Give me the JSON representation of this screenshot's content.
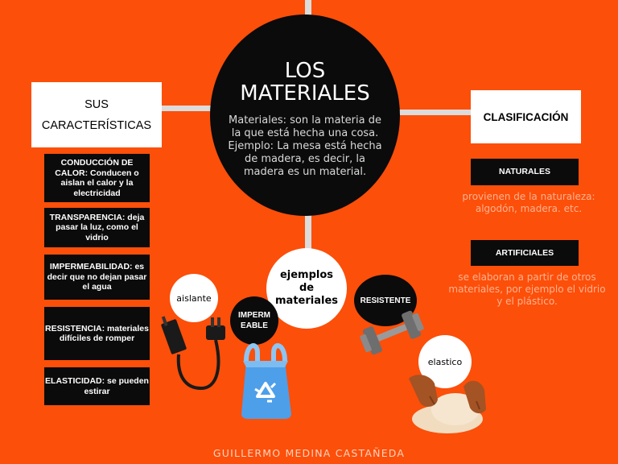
{
  "title": "LOS MATERIALES",
  "definition": "Materiales: son la materia de la que está hecha una cosa. Ejemplo: La mesa está hecha de madera, es decir, la madera es un material.",
  "left_box": {
    "label": "SUS CARACTERÍSTICAS"
  },
  "characteristics": [
    "CONDUCCIÓN DE CALOR: Conducen o aislan el calor y la electricidad",
    "TRANSPARENCIA: deja pasar la luz, como el vidrio",
    "IMPERMEABILIDAD: es decir que no dejan pasar el agua",
    "RESISTENCIA: materiales difíciles de romper",
    "ELASTICIDAD: se pueden estirar"
  ],
  "right_box": {
    "label": "CLASIFICACIÓN"
  },
  "classification": [
    {
      "label": "NATURALES",
      "desc": "provienen de la naturaleza: algodón, madera. etc."
    },
    {
      "label": "ARTIFICIALES",
      "desc": "se elaboran a partir de otros materiales, por ejemplo el vidrio y el plástico."
    }
  ],
  "examples": {
    "center": "ejemplos de materiales",
    "aislante": "aislante",
    "impermeable": "IMPERM EABLE",
    "resistente": "RESISTENTE",
    "elastico": "elastico"
  },
  "author": "GUILLERMO MEDINA CASTAÑEDA",
  "colors": {
    "background": "#fc4f0a",
    "connector": "#dcdcdc",
    "dark": "#0b0b0b",
    "description_text": "#ffb28f"
  },
  "icons": [
    "charger-icon",
    "plastic-bag-icon",
    "dumbbell-icon",
    "dough-icon"
  ]
}
